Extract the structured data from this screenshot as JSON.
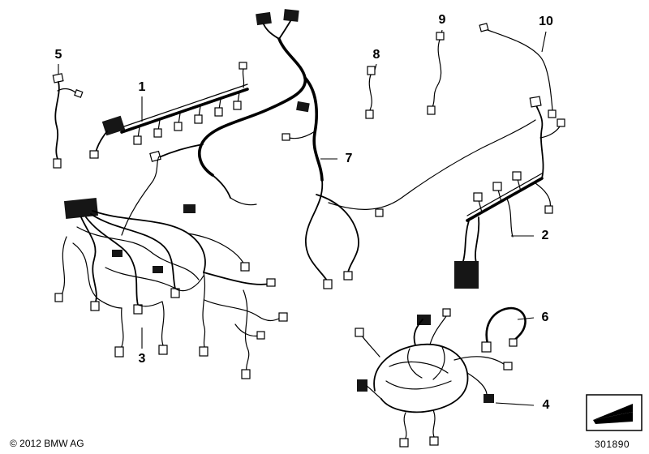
{
  "diagram": {
    "copyright": "© 2012 BMW AG",
    "drawing_number": "301890",
    "callouts": [
      {
        "label": "1"
      },
      {
        "label": "2"
      },
      {
        "label": "3"
      },
      {
        "label": "4"
      },
      {
        "label": "5"
      },
      {
        "label": "6"
      },
      {
        "label": "7"
      },
      {
        "label": "8"
      },
      {
        "label": "9"
      },
      {
        "label": "10"
      }
    ],
    "corner_icon": "wedge-arrow-icon",
    "line_color": "#000000",
    "background_color": "#ffffff"
  }
}
